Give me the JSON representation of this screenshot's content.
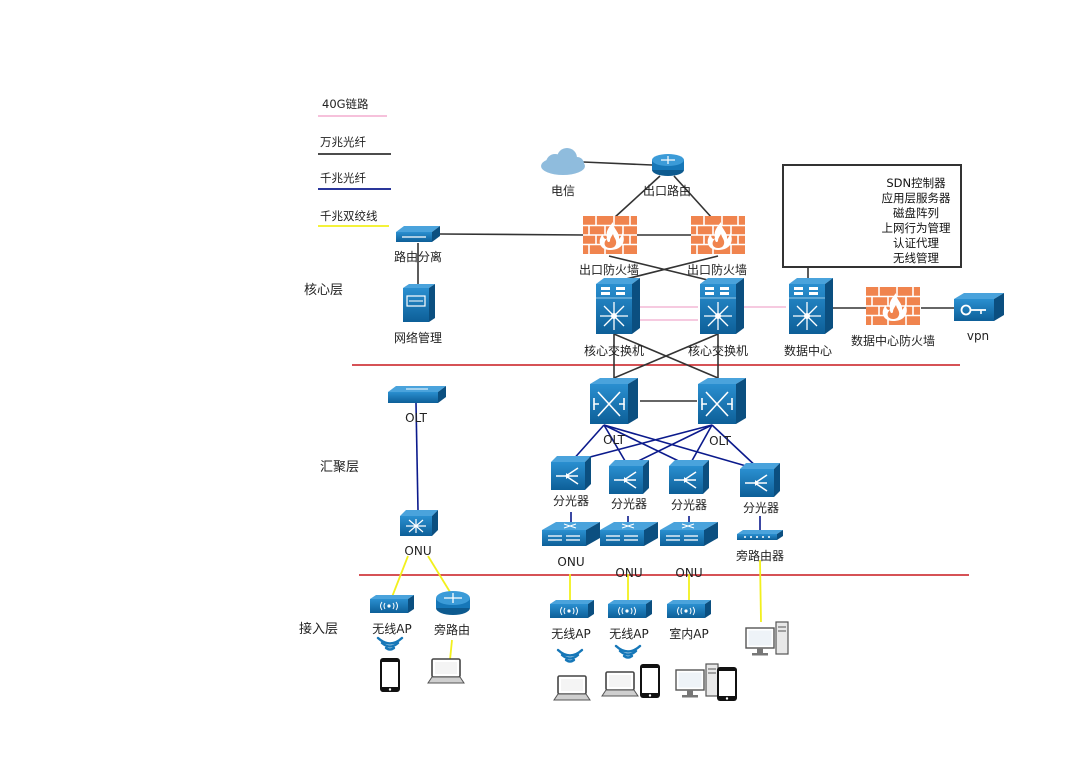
{
  "legend": [
    {
      "label": "40G链路",
      "color": "#f4b8d6"
    },
    {
      "label": "万兆光纤",
      "color": "#333333"
    },
    {
      "label": "千兆光纤",
      "color": "#0b1a8c"
    },
    {
      "label": "千兆双绞线",
      "color": "#f2f01e"
    }
  ],
  "layers": {
    "core": "核心层",
    "aggregation": "汇聚层",
    "access": "接入层"
  },
  "colors": {
    "device_blue": "#1677b8",
    "device_dark": "#0d5a8f",
    "firewall": "#f0844e",
    "cloud": "#8fbcdd",
    "layer_divider": "#c8181e"
  },
  "nodes": {
    "telecom": "电信",
    "exit_router": "出口路由",
    "exit_firewall_1": "出口防火墙",
    "exit_firewall_2": "出口防火墙",
    "route_split": "路由分离",
    "network_mgmt": "网络管理",
    "core_switch_1": "核心交换机",
    "core_switch_2": "核心交换机",
    "data_center": "数据中心",
    "dc_firewall": "数据中心防火墙",
    "vpn": "vpn",
    "olt_left": "OLT",
    "olt_1": "OLT",
    "olt_2": "OLT",
    "splitter_1": "分光器",
    "splitter_2": "分光器",
    "splitter_3": "分光器",
    "splitter_4": "分光器",
    "onu_left": "ONU",
    "onu_1": "ONU",
    "onu_2": "ONU",
    "onu_3": "ONU",
    "bypass_router_device": "旁路由器",
    "ap_left": "无线AP",
    "bypass_router_left": "旁路由",
    "ap_1": "无线AP",
    "ap_2": "无线AP",
    "ap_indoor": "室内AP"
  },
  "sdn_services": [
    "SDN控制器",
    "应用层服务器",
    "磁盘阵列",
    "上网行为管理",
    "认证代理",
    "无线管理"
  ]
}
